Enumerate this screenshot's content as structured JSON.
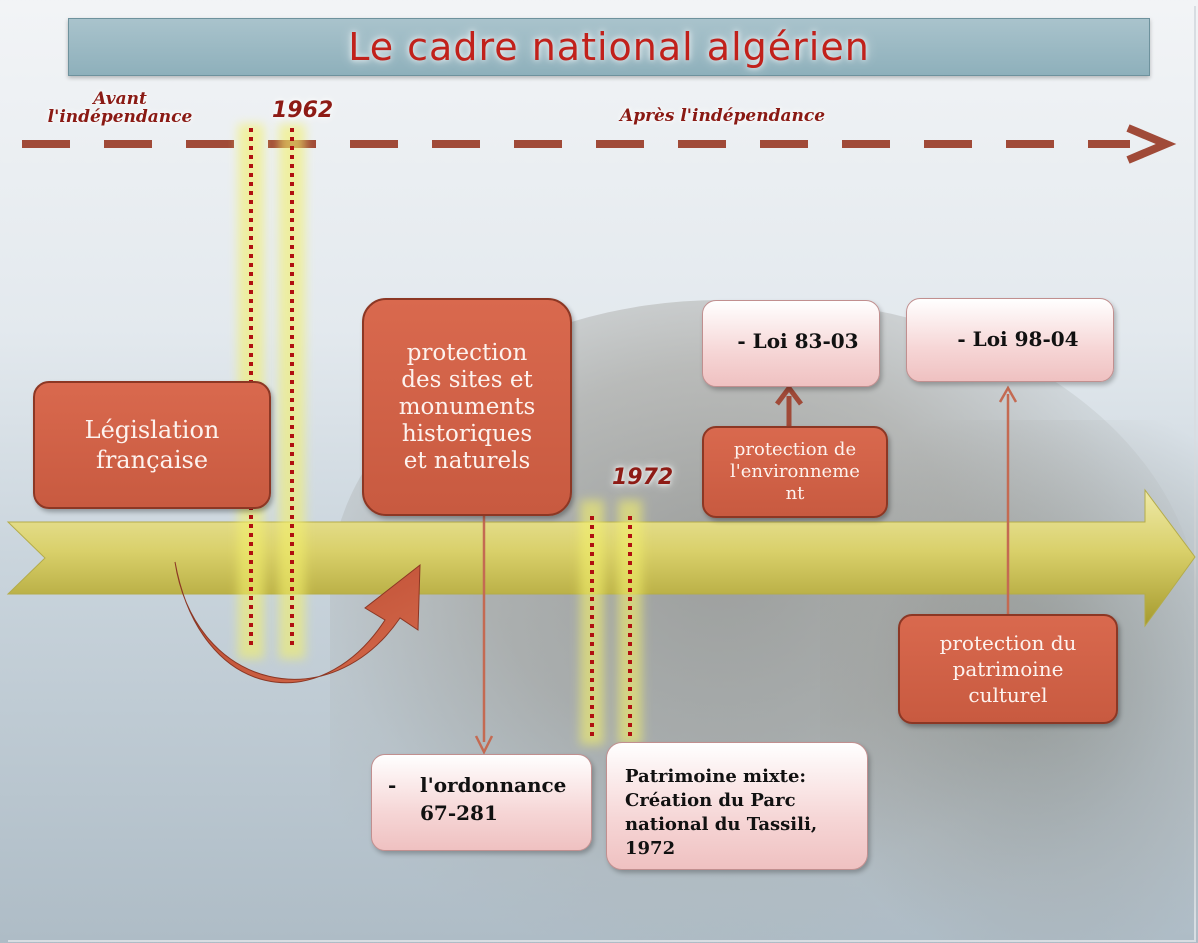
{
  "title": "Le cadre national algérien",
  "eras": {
    "before": "Avant\nl'indépendance",
    "after": "Après l'indépendance"
  },
  "years": {
    "y1962": "1962",
    "y1972": "1972"
  },
  "boxes": {
    "legislation": "Législation\nfrançaise",
    "protection_sites": "protection\ndes sites et\nmonuments\nhistoriques\net naturels",
    "loi_83_03": "-  Loi 83-03",
    "protection_env": "protection de\nl'environneme\nnt",
    "loi_98_04": "-  Loi 98-04",
    "protection_patrimoine": "protection du\npatrimoine\nculturel",
    "ordonnance": {
      "dash": "-",
      "line1": "l'ordonnance",
      "line2": "67-281"
    },
    "tassili": "Patrimoine mixte:\nCréation   du   Parc\nnational  du  Tassili,\n1972"
  },
  "colors": {
    "dashed_line": "#a04a38",
    "main_arrow": "#c9c24a",
    "box_red": "#d2614a",
    "box_pink": "#f4d0d0",
    "year_red": "#8e1b15"
  }
}
